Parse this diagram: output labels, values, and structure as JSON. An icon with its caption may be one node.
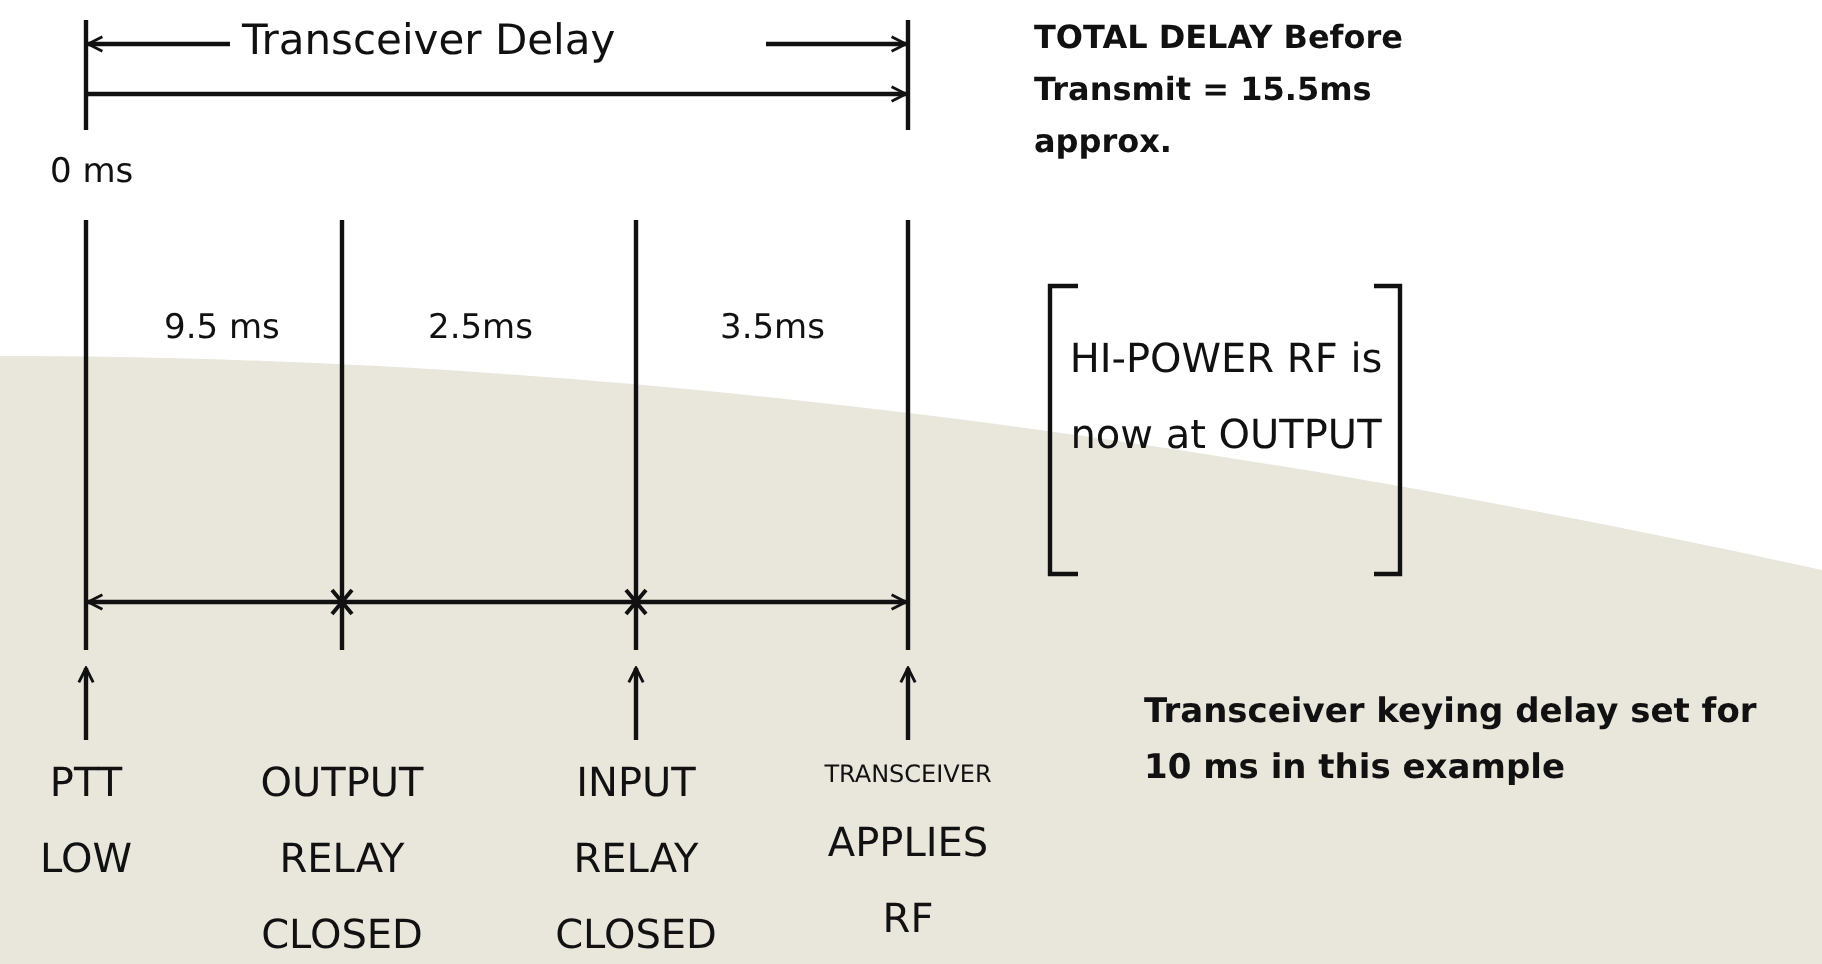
{
  "diagram": {
    "nodes": [
      {
        "text": [
          "PTT LOW"
        ]
      },
      {
        "text": [
          "OUTPUT RELAY CLOSED"
        ]
      },
      {
        "text": [
          "INPUT RELAY CLOSED"
        ]
      },
      {
        "text": [
          "TRANSCEIVER",
          "APPLIES RF"
        ]
      }
    ],
    "edges": [
      {
        "from": 0,
        "to": null,
        "arrow": "to"
      },
      {
        "from": 2,
        "to": null,
        "arrow": "to"
      },
      {
        "from": 3,
        "to": null,
        "arrow": "to"
      }
    ],
    "labels": [
      "Transceiver Delay",
      "TOTAL DELAY Before Transmit = 15.5ms approx.",
      "0 ms",
      "9.5 ms",
      "2.5ms",
      "3.5ms",
      "HI-POWER RF is now at OUTPUT",
      "Transceiver keying delay set for 10 ms in this example"
    ]
  }
}
